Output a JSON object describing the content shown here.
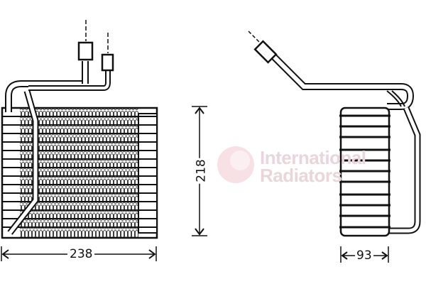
{
  "diagram": {
    "title": "Evaporator technical drawing",
    "views": [
      {
        "name": "front-view",
        "part": "evaporator core with two pipe connections"
      },
      {
        "name": "side-view",
        "part": "evaporator core side profile with pipe"
      }
    ],
    "dimensions": {
      "width": "238",
      "height": "218",
      "depth": "93"
    },
    "watermark": {
      "line1": "International",
      "line2": "Radiators"
    },
    "colors": {
      "line": "#111111",
      "watermark": "#e9d6da",
      "watermark_logo": "#f0c9d0"
    }
  }
}
